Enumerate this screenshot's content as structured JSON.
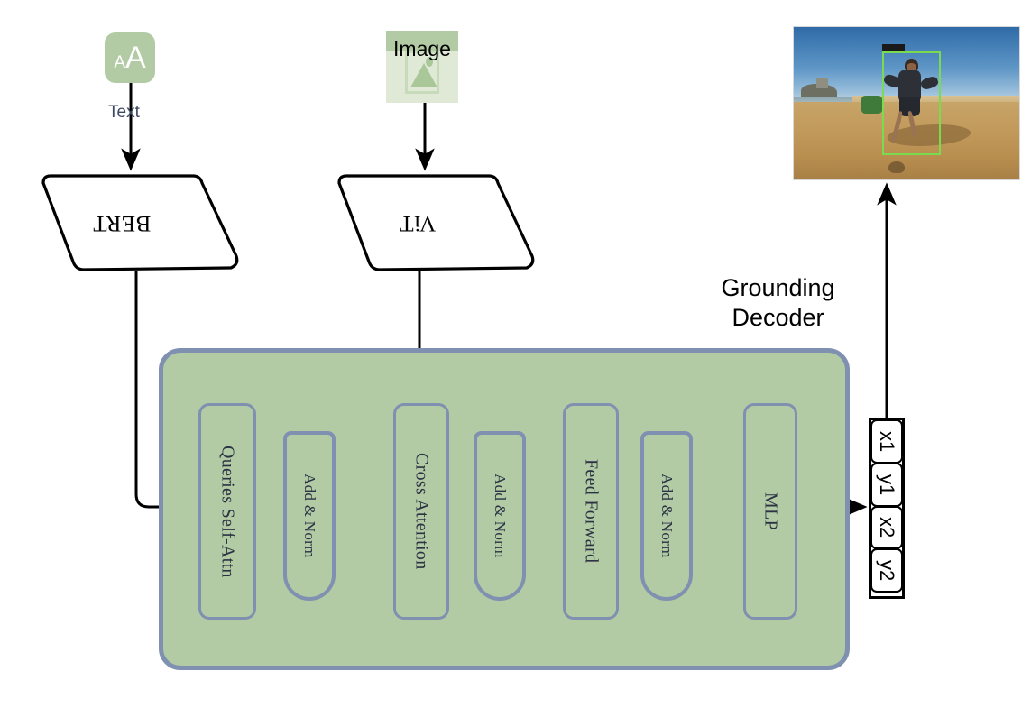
{
  "diagram": {
    "title": "Grounding model architecture",
    "colors": {
      "panel_fill": "#b2cba4",
      "panel_border": "#7f90b0",
      "icon_green": "#b2cba4",
      "icon_green_pale": "#dfe9d6",
      "edge_label": "#3e4a63",
      "stage_text": "#2b3244",
      "bbox_green": "#7bdb4e"
    }
  },
  "inputs": {
    "text_icon": {
      "icon": "text-aa-icon",
      "glyph_small": "A",
      "glyph_big": "A"
    },
    "text_edge_label": "Text",
    "image_icon": {
      "icon": "image-picture-icon",
      "label": "Image"
    }
  },
  "encoders": [
    {
      "id": "bert",
      "label": "BERT",
      "rotated": "180deg"
    },
    {
      "id": "vit",
      "label": "ViT",
      "rotated": "180deg"
    }
  ],
  "decoder": {
    "title_line1": "Grounding",
    "title_line2": "Decoder",
    "stages": [
      {
        "id": "queries-self-attn",
        "label": "Queries Self-Attn",
        "kind": "tall"
      },
      {
        "id": "add-norm-1",
        "label": "Add & Norm",
        "kind": "addnorm"
      },
      {
        "id": "cross-attention",
        "label": "Cross Attention",
        "kind": "tall"
      },
      {
        "id": "add-norm-2",
        "label": "Add & Norm",
        "kind": "addnorm"
      },
      {
        "id": "feed-forward",
        "label": "Feed Forward",
        "kind": "tall"
      },
      {
        "id": "add-norm-3",
        "label": "Add & Norm",
        "kind": "addnorm"
      },
      {
        "id": "mlp",
        "label": "MLP",
        "kind": "tall"
      }
    ]
  },
  "output": {
    "bbox_cells": [
      "x1",
      "y1",
      "x2",
      "y2"
    ]
  },
  "photo": {
    "caption": "beach-scene-with-detected-person",
    "bbox_label": ""
  }
}
